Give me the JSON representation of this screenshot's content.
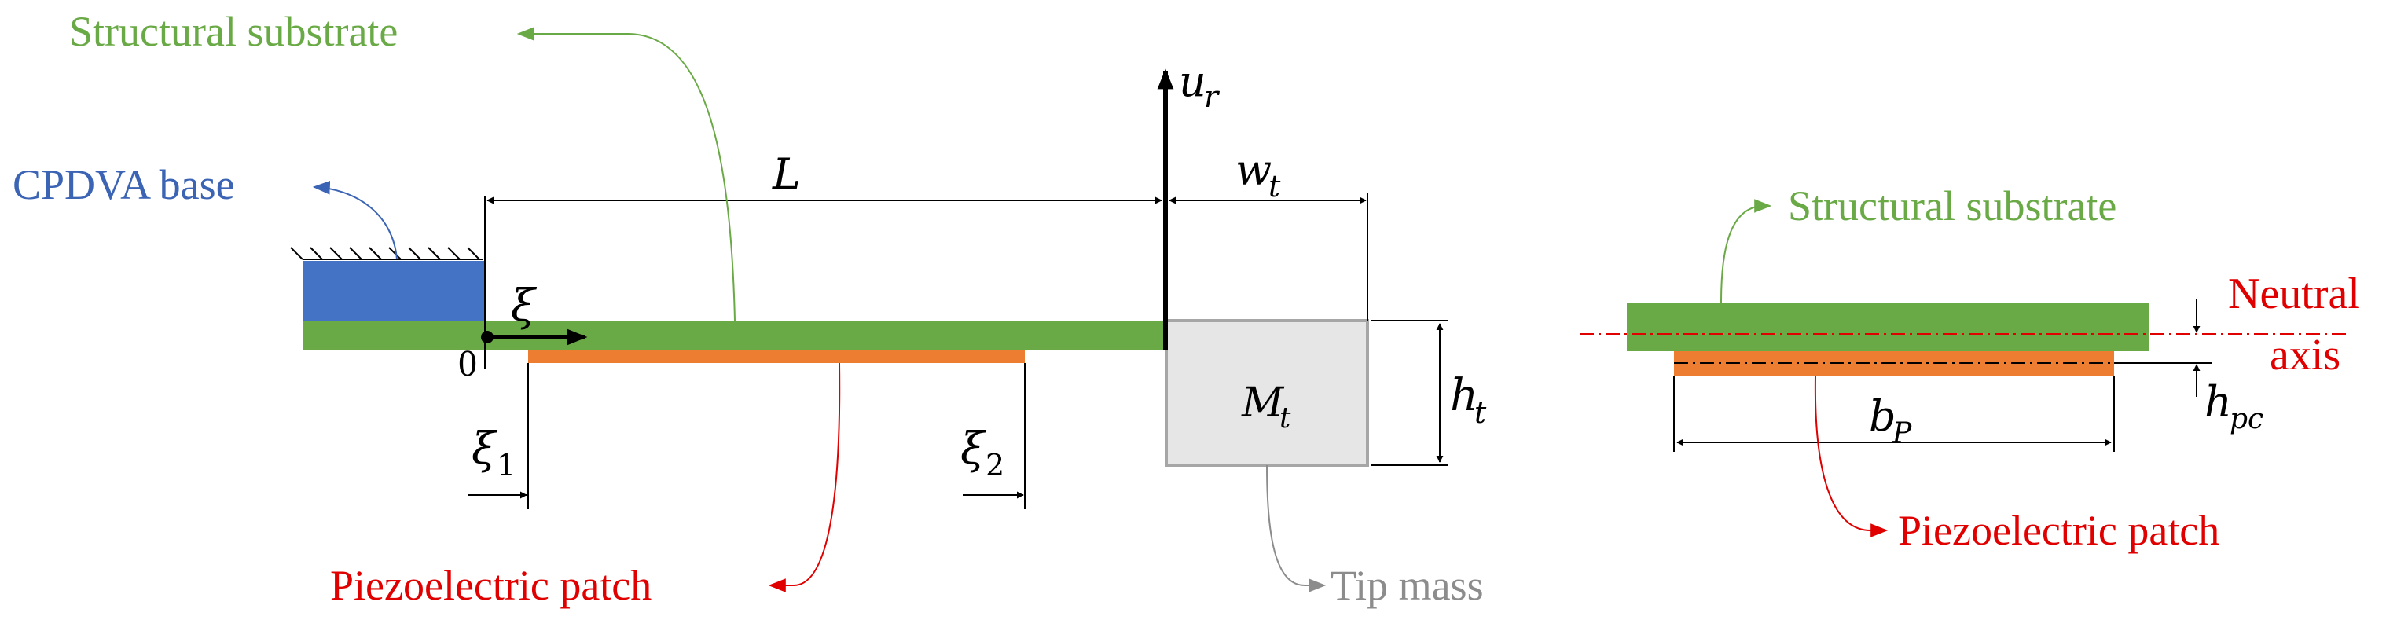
{
  "labels": {
    "structural_substrate": "Structural substrate",
    "cpdva_base": "CPDVA base",
    "piezoelectric_patch": "Piezoelectric patch",
    "tip_mass": "Tip mass",
    "neutral": "Neutral",
    "axis": "axis",
    "origin": "0"
  },
  "symbols": {
    "L": "L",
    "u": "u",
    "u_sub": "r",
    "w": "w",
    "w_sub": "t",
    "xi": "ξ",
    "xi1": "ξ",
    "xi1_sub": "1",
    "xi2": "ξ",
    "xi2_sub": "2",
    "M": "M",
    "M_sub": "t",
    "h": "h",
    "h_sub": "t",
    "b": "b",
    "b_sub": "P",
    "hpc": "h",
    "hpc_sub": "pc"
  },
  "colors": {
    "substrate_green": "#6aaa46",
    "base_blue": "#4472c4",
    "patch_orange": "#ed7d31",
    "tip_mass_gray": "#a6a6a6",
    "tip_mass_fill": "#e7e6e6",
    "label_red": "#e00000",
    "label_green": "#6aaa46",
    "label_blue": "#3b64b4",
    "label_gray": "#8c8c8c"
  }
}
